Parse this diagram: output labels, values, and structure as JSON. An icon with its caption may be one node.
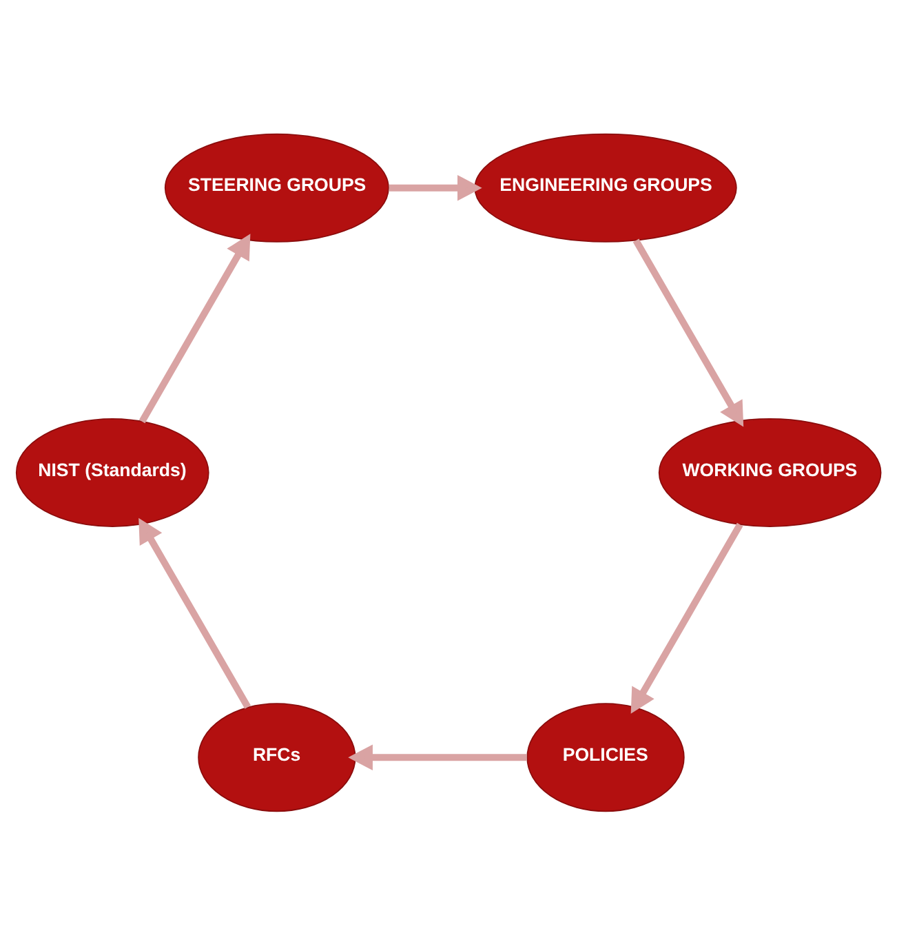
{
  "diagram": {
    "nodes": [
      {
        "text": [
          "POLICIES"
        ]
      },
      {
        "text": [
          "RFCs"
        ]
      },
      {
        "text": [
          "WORKING GROUPS"
        ]
      },
      {
        "text": [
          "NIST (Standards)"
        ]
      },
      {
        "text": [
          "ENGINEERING GROUPS"
        ]
      },
      {
        "text": [
          "STEERING GROUPS"
        ]
      }
    ],
    "edges": [
      {
        "from": 0,
        "to": 1,
        "arrow": "to"
      },
      {
        "from": 1,
        "to": 3,
        "arrow": "to"
      },
      {
        "from": 3,
        "to": 5,
        "arrow": "to"
      },
      {
        "from": 5,
        "to": 4,
        "arrow": "to"
      },
      {
        "from": 4,
        "to": 2,
        "arrow": "to"
      },
      {
        "from": 2,
        "to": 0,
        "arrow": "to"
      }
    ]
  }
}
